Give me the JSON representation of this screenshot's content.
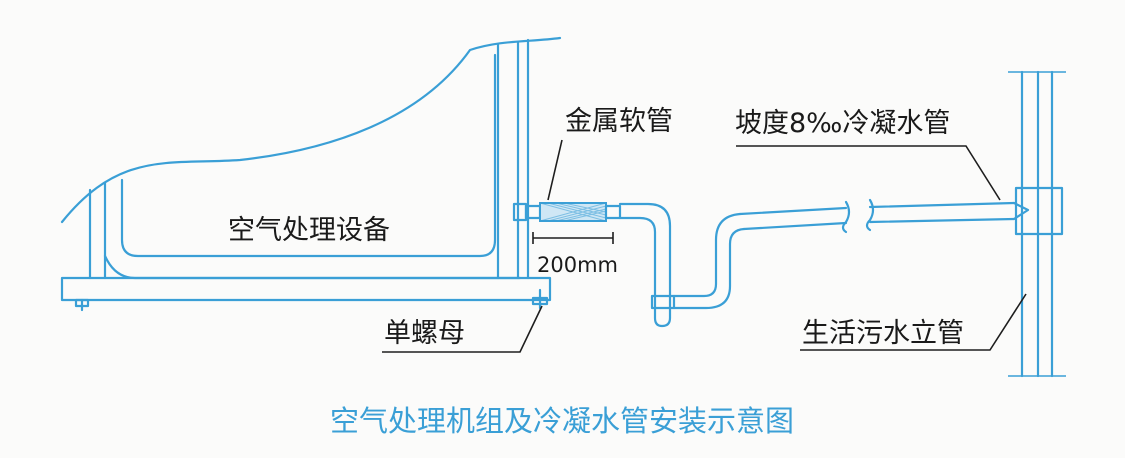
{
  "labels": {
    "equipment": "空气处理设备",
    "flex_hose": "金属软管",
    "condensate_pipe": "坡度8‰冷凝水管",
    "distance": "200mm",
    "single_nut": "单螺母",
    "sewage_riser": "生活污水立管"
  },
  "caption": "空气处理机组及冷凝水管安装示意图",
  "colors": {
    "line": "#3a9fd6",
    "text": "#1a1a1a",
    "caption": "#3a9fd6"
  }
}
